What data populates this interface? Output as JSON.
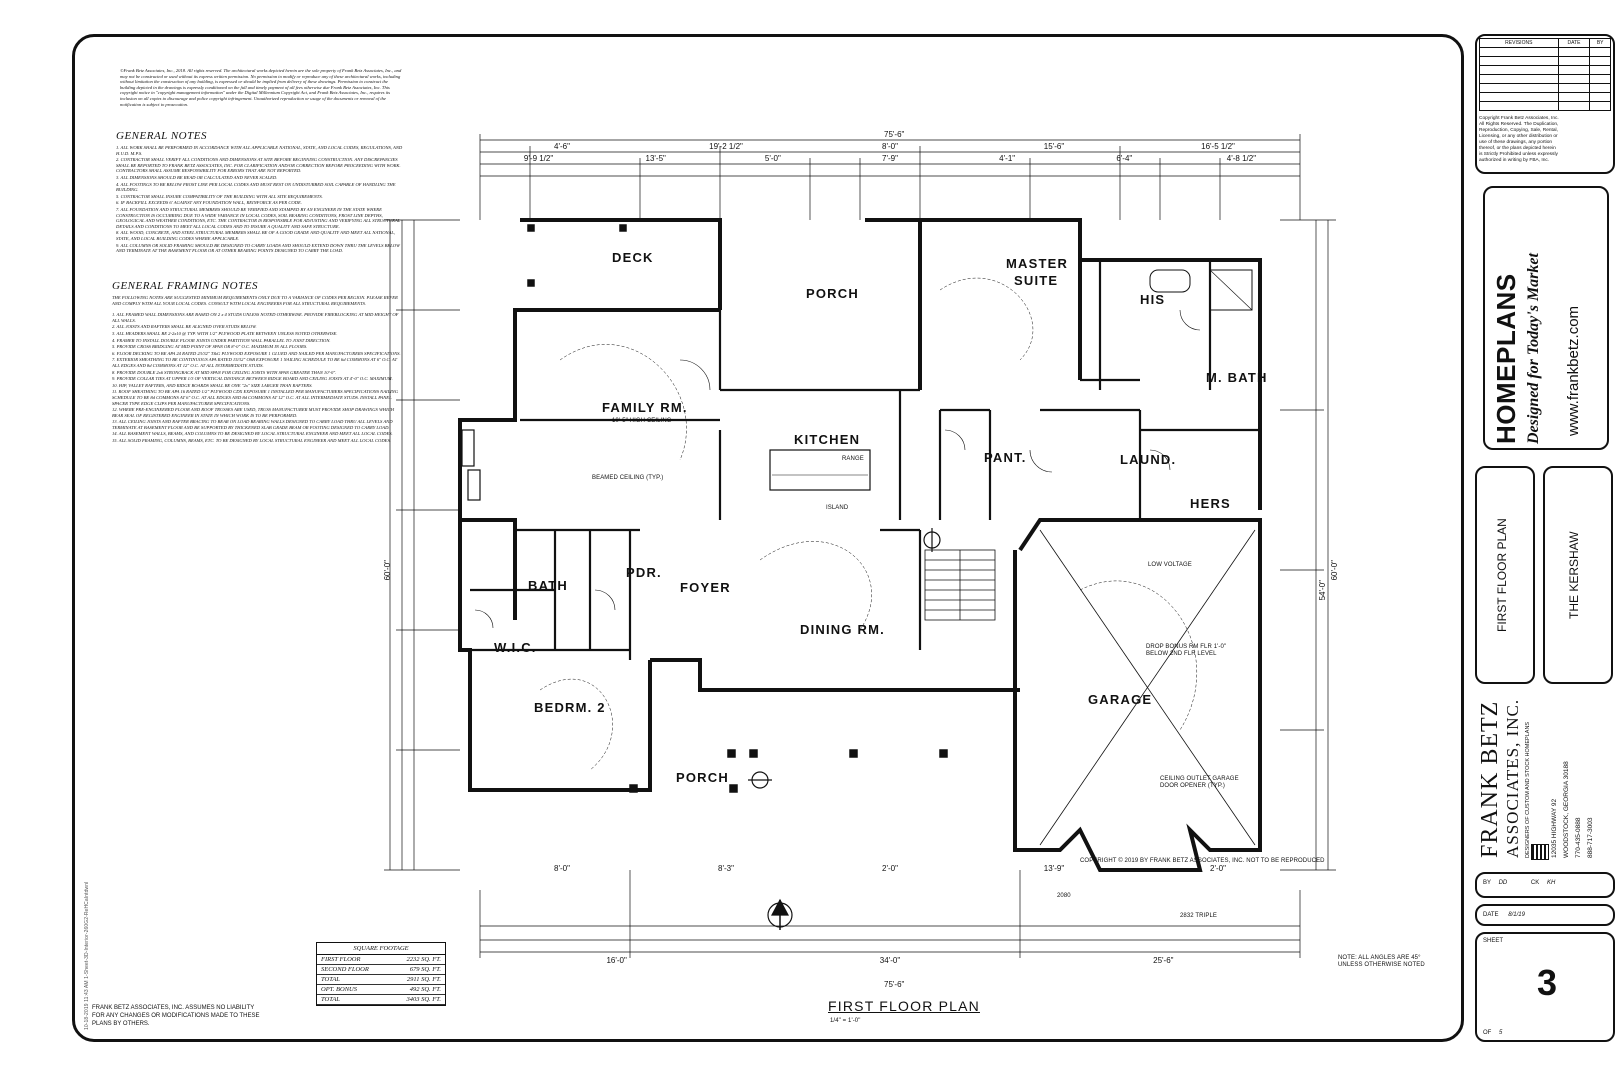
{
  "copyright_notice": "©Frank Betz Associates, Inc., 2018. All rights reserved. The architectural works depicted herein are the sole property of Frank Betz Associates, Inc., and may not be constructed or used without its express written permission. No permission to modify or reproduce any of these architectural works, including without limitation the construction of any building, is expressed or should be implied from delivery of these drawings. Permission to construct the building depicted in the drawings is expressly conditioned on the full and timely payment of all fees otherwise due Frank Betz Associates, Inc. This copyright notice in \"copyright management information\" under the Digital Millennium Copyright Act, and Frank Betz Associates, Inc., requires its inclusion on all copies to discourage and police copyright infringement. Unauthorized reproduction or usage of the documents or removal of the notification is subject to prosecution.",
  "general_notes": {
    "title": "GENERAL NOTES",
    "items": [
      "1. ALL WORK SHALL BE PERFORMED IN ACCORDANCE WITH ALL APPLICABLE NATIONAL, STATE, AND LOCAL CODES, REGULATIONS, AND H.U.D. M.P.S.",
      "2. CONTRACTOR SHALL VERIFY ALL CONDITIONS AND DIMENSIONS AT SITE BEFORE BEGINNING CONSTRUCTION. ANY DISCREPANCIES SHALL BE REPORTED TO FRANK BETZ ASSOCIATES, INC. FOR CLARIFICATION AND/OR CORRECTION BEFORE PROCEEDING WITH WORK. CONTRACTORS SHALL ASSUME RESPONSIBILITY FOR ERRORS THAT ARE NOT REPORTED.",
      "3. ALL DIMENSIONS SHOULD BE READ OR CALCULATED AND NEVER SCALED.",
      "4. ALL FOOTINGS TO BE BELOW FROST LINE PER LOCAL CODES AND MUST REST ON UNDISTURBED SOIL CAPABLE OF HANDLING THE BUILDING.",
      "5. CONTRACTOR SHALL INSURE COMPATIBILITY OF THE BUILDING WITH ALL SITE REQUIREMENTS.",
      "6. IF BACKFILL EXCEEDS 6' AGAINST ANY FOUNDATION WALL, REINFORCE AS PER CODE.",
      "7. ALL FOUNDATION AND STRUCTURAL MEMBERS SHOULD BE VERIFIED AND STAMPED BY AN ENGINEER IN THE STATE WHERE CONSTRUCTION IS OCCURRING DUE TO A WIDE VARIANCE IN LOCAL CODES, SOIL BEARING CONDITIONS, FROST LINE DEPTHS, GEOLOGICAL AND WEATHER CONDITIONS, ETC. THE CONTRACTOR IS RESPONSIBLE FOR ADJUSTING AND VERIFYING ALL STRUCTURAL DETAILS AND CONDITIONS TO MEET ALL LOCAL CODES AND TO INSURE A QUALITY AND SAFE STRUCTURE.",
      "8. ALL WOOD, CONCRETE, AND STEEL STRUCTURAL MEMBERS SHALL BE OF A GOOD GRADE AND QUALITY AND MEET ALL NATIONAL, STATE, AND LOCAL BUILDING CODES WHERE APPLICABLE.",
      "9. ALL COLUMNS OR SOLID FRAMING SHOULD BE DESIGNED TO CARRY LOADS AND SHOULD EXTEND DOWN THRU THE LEVELS BELOW AND TERMINATE AT THE BASEMENT FLOOR OR AT OTHER BEARING POINTS DESIGNED TO CARRY THE LOAD."
    ]
  },
  "framing_notes": {
    "title": "GENERAL FRAMING NOTES",
    "intro": "THE FOLLOWING NOTES ARE SUGGESTED MINIMUM REQUIREMENTS ONLY DUE TO A VARIANCE OF CODES PER REGION. PLEASE REFER AND COMPLY WITH ALL YOUR LOCAL CODES. CONSULT WITH LOCAL ENGINEERS FOR ALL STRUCTURAL REQUIREMENTS.",
    "items": [
      "1. ALL FRAMED WALL DIMENSIONS ARE BASED ON 2 x 4 STUDS UNLESS NOTED OTHERWISE. PROVIDE FIREBLOCKING AT MID HEIGHT OF ALL WALLS.",
      "2. ALL JOISTS AND RAFTERS SHALL BE ALIGNED OVER STUDS BELOW.",
      "3. ALL HEADERS SHALL BE 2-2x10 @ TYP. WITH 1/2\" PLYWOOD PLATE BETWEEN UNLESS NOTED OTHERWISE.",
      "4. FRAMER TO INSTALL DOUBLE FLOOR JOISTS UNDER PARTITION WALL PARALLEL TO JOIST DIRECTION.",
      "5. PROVIDE CROSS BRIDGING AT MID POINT OF SPAN OR 8'-0\" O.C. MAXIMUM IN ALL FLOORS.",
      "6. FLOOR DECKING TO BE APA 24 RATED 23/32\" T&G PLYWOOD EXPOSURE 1 GLUED AND NAILED PER MANUFACTURERS SPECIFICATIONS.",
      "7. EXTERIOR SHEATHING TO BE CONTINUOUS APA RATED 15/32\" OSB EXPOSURE 1 NAILING SCHEDULE TO BE 6d COMMONS AT 6\" O.C. AT ALL EDGES AND 8d COMMONS AT 12\" O.C. AT ALL INTERMEDIATE STUDS.",
      "8. PROVIDE DOUBLE 2x6 STRONGBACK AT MID SPAN FOR CEILING JOISTS WITH SPAN GREATER THAN 10'-0\".",
      "9. PROVIDE COLLAR TIES AT UPPER 1/3 OF VERTICAL DISTANCE BETWEEN RIDGE BOARD AND CEILING JOISTS AT 4'-0\" O.C. MAXIMUM.",
      "10. HIP, VALLEY RAFTERS, AND RIDGE BOARDS SHALL BE ONE \"2x\" SIZE LARGER THAN RAFTERS.",
      "11. ROOF SHEATHING TO BE APA 16 RATED 1/2\" PLYWOOD CDX EXPOSURE 1 INSTALLED PER MANUFACTURERS SPECIFICATIONS NAILING SCHEDULE TO BE 8d COMMONS AT 6\" O.C. AT ALL EDGES AND 8d COMMONS AT 12\" O.C. AT ALL INTERMEDIATE STUDS. INSTALL PANEL SPACER TYPE EDGE CLIPS PER MANUFACTURER SPECIFICATIONS.",
      "12. WHERE PRE-ENGINEERED FLOOR AND ROOF TRUSSES ARE USED, TRUSS MANUFACTURER MUST PROVIDE SHOP DRAWINGS WHICH BEAR SEAL OF REGISTERED ENGINEER IN STATE IN WHICH WORK IS TO BE PERFORMED.",
      "13. ALL CEILING JOISTS AND RAFTER BRACING TO BEAR ON LOAD BEARING WALLS DESIGNED TO CARRY LOAD THRU ALL LEVELS AND TERMINATE AT BASEMENT FLOOR AND BE SUPPORTED BY THICKENED SLAB GRADE BEAM OR FOOTING DESIGNED TO CARRY LOAD.",
      "14. ALL BASEMENT WALLS, BEAMS, AND COLUMNS TO BE DESIGNED BY LOCAL STRUCTURAL ENGINEER AND MEET ALL LOCAL CODES.",
      "15. ALL SOLID FRAMING, COLUMNS, BEAMS, ETC. TO BE DESIGNED BY LOCAL STRUCTURAL ENGINEER AND MEET ALL LOCAL CODES."
    ]
  },
  "side_stamp": "10-18-2019 11:43 AM  1-Sheet-3D-Interior-260G2-ReHCaIntdwnl",
  "rooms": {
    "deck": "DECK",
    "porch_rear": "PORCH",
    "master_suite_1": "MASTER",
    "master_suite_2": "SUITE",
    "his": "HIS",
    "m_bath": "M. BATH",
    "family": "FAMILY RM.",
    "kitchen": "KITCHEN",
    "pantry": "PANT.",
    "laundry": "LAUND.",
    "hers": "HERS",
    "bath": "BATH",
    "powder": "PDR.",
    "foyer": "FOYER",
    "wic": "W.I.C.",
    "dining": "DINING RM.",
    "garage": "GARAGE",
    "bedroom2": "BEDRM. 2",
    "porch_front": "PORCH"
  },
  "dims": {
    "overall_top": "75'-6\"",
    "overall_bottom": "75'-6\"",
    "top_row": [
      "4'-6\"",
      "19'-2 1/2\"",
      "8'-0\"",
      "15'-6\"",
      "16'-5 1/2\""
    ],
    "top_row2": [
      "9'-9 1/2\"",
      "13'-5\"",
      "5'-0\"",
      "7'-9\"",
      "4'-1\"",
      "6'-4\"",
      "4'-8 1/2\""
    ],
    "bottom_row": [
      "16'-0\"",
      "34'-0\"",
      "25'-6\""
    ],
    "bottom_row2": [
      "8'-0\"",
      "8'-3\"",
      "2'-0\"",
      "13'-9\"",
      "2'-0\""
    ],
    "left_overall": "60'-0\"",
    "right_overall": "60'-0\"",
    "right_mid": "54'-0\""
  },
  "annotations": {
    "beamed_ceiling": "BEAMED CEILING (TYP.)",
    "family_ceiling": "10'-5\" HIGH CEILING",
    "garage_note": "DROP BONUS RM FLR 1'-0\" BELOW 2ND FLR LEVEL",
    "garage_outlet": "CEILING OUTLET GARAGE DOOR OPENER (TYP.)",
    "copyright_line": "COPYRIGHT © 2019 BY FRANK BETZ ASSOCIATES, INC. NOT TO BE REPRODUCED",
    "angles_note": "NOTE: ALL ANGLES ARE 45° UNLESS OTHERWISE NOTED",
    "low_voltage": "LOW VOLTAGE",
    "island": "ISLAND",
    "range": "RANGE",
    "door_2080": "2080",
    "door_2032": "2832 TRIPLE"
  },
  "sqft": {
    "title": "SQUARE FOOTAGE",
    "rows": [
      {
        "label": "FIRST FLOOR",
        "value": "2232 SQ. FT."
      },
      {
        "label": "SECOND FLOOR",
        "value": "679 SQ. FT."
      },
      {
        "label": "TOTAL",
        "value": "2911 SQ. FT."
      },
      {
        "label": "OPT. BONUS",
        "value": "492 SQ. FT."
      },
      {
        "label": "TOTAL",
        "value": "3403 SQ. FT."
      }
    ]
  },
  "disclaimer": "FRANK BETZ ASSOCIATES, INC. ASSUMES NO LIABILITY FOR ANY CHANGES OR MODIFICATIONS MADE TO THESE PLANS BY OTHERS.",
  "drawing_title": "FIRST FLOOR PLAN",
  "drawing_scale": "1/4\" = 1'-0\"",
  "title_block": {
    "revisions_header": [
      "REVISIONS",
      "DATE",
      "BY"
    ],
    "tb_copyright": "Copyright Frank Betz Associates, Inc. All Rights Reserved. The Duplication, Reproduction, Copying, Sale, Rental, Licensing, or any other distribution or use of these drawings, any portion thereof, or the plans depicted herein is Strictly Prohibited unless expressly authorized in writing by FBA, Inc.",
    "brand": "HOMEPLANS",
    "tagline": "Designed for Today's Market",
    "website": "www.frankbetz.com",
    "sheet_name": "FIRST FLOOR PLAN",
    "plan_name": "THE KERSHAW",
    "firm_name_1": "FRANK BETZ",
    "firm_name_2": "ASSOCIATES, INC.",
    "firm_desc": "DESIGNERS OF CUSTOM AND STOCK HOMEPLANS",
    "address_1": "12035 HIGHWAY 92",
    "address_2": "WOODSTOCK, GEORGIA 30188",
    "phone_1": "770-435-0888",
    "phone_2": "888-717-3003",
    "by_label": "BY",
    "by_value": "DD",
    "ck_label": "CK",
    "ck_value": "KH",
    "date_label": "DATE",
    "date_value": "8/1/19",
    "sheet_label": "SHEET",
    "sheet_number": "3",
    "of_label": "OF",
    "of_value": "5"
  }
}
